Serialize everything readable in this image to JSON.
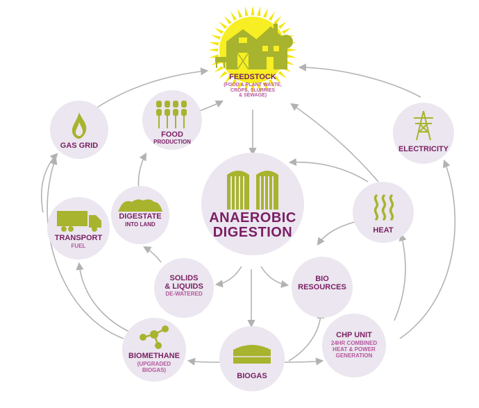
{
  "colors": {
    "circle": "#ebe6ef",
    "icon_green": "#a8b32e",
    "label": "#7a1e63",
    "sublabel": "#b5579d",
    "arrow": "#b2b2b2",
    "sun": "#f4e60c"
  },
  "nodes": {
    "feedstock": {
      "title": "FEEDSTOCK",
      "sub": [
        "(FOOD & PLANT WASTE,",
        "CROPS, SLURRIES",
        "& SEWAGE)"
      ],
      "icon": "farm-barn-icon"
    },
    "gas_grid": {
      "title": "GAS GRID",
      "icon": "flame-icon"
    },
    "food_production": {
      "title": [
        "FOOD",
        "PRODUCTION"
      ],
      "icon": "crops-icon"
    },
    "electricity": {
      "title": "ELECTRICITY",
      "icon": "pylon-icon"
    },
    "anaerobic_digestion": {
      "title": [
        "ANAEROBIC",
        "DIGESTION"
      ],
      "icon": "silo-icon"
    },
    "heat": {
      "title": "HEAT",
      "icon": "heat-waves-icon"
    },
    "digestate": {
      "title": [
        "DIGESTATE"
      ],
      "sub": [
        "INTO LAND"
      ],
      "icon": "soil-pile-icon"
    },
    "transport": {
      "title": [
        "TRANSPORT"
      ],
      "sub": [
        "FUEL"
      ],
      "icon": "truck-icon"
    },
    "solids": {
      "title": [
        "SOLIDS",
        "& LIQUIDS"
      ],
      "sub": [
        "DE-WATERED"
      ]
    },
    "bio_resources": {
      "title": [
        "BIO",
        "RESOURCES"
      ]
    },
    "chp_unit": {
      "title": "CHP UNIT",
      "sub": [
        "24HR COMBINED",
        "HEAT & POWER",
        "GENERATION"
      ]
    },
    "biomethane": {
      "title": "BIOMETHANE",
      "sub": [
        "(UPGRADED",
        "BIOGAS)"
      ],
      "icon": "molecule-icon"
    },
    "biogas": {
      "title": "BIOGAS",
      "icon": "gas-tank-icon"
    }
  }
}
